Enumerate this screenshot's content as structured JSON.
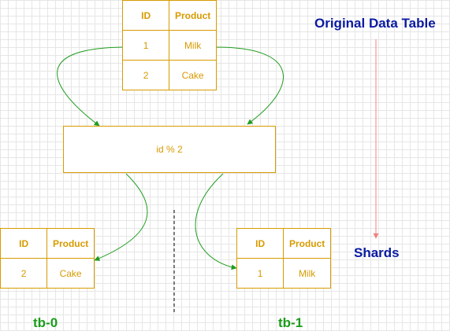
{
  "title": "Original Data Table",
  "shards_label": "Shards",
  "operation": "id % 2",
  "original_table": {
    "headers": [
      "ID",
      "Product"
    ],
    "rows": [
      [
        "1",
        "Milk"
      ],
      [
        "2",
        "Cake"
      ]
    ]
  },
  "shard_tb0": {
    "name": "tb-0",
    "headers": [
      "ID",
      "Product"
    ],
    "rows": [
      [
        "2",
        "Cake"
      ]
    ]
  },
  "shard_tb1": {
    "name": "tb-1",
    "headers": [
      "ID",
      "Product"
    ],
    "rows": [
      [
        "1",
        "Milk"
      ]
    ]
  },
  "colors": {
    "table_orange": "#d79b00",
    "title_blue": "#0a1aa0",
    "shard_green": "#1a9c1a",
    "arrow_green": "#1f9c1f",
    "pink_arrow": "#f08080"
  }
}
